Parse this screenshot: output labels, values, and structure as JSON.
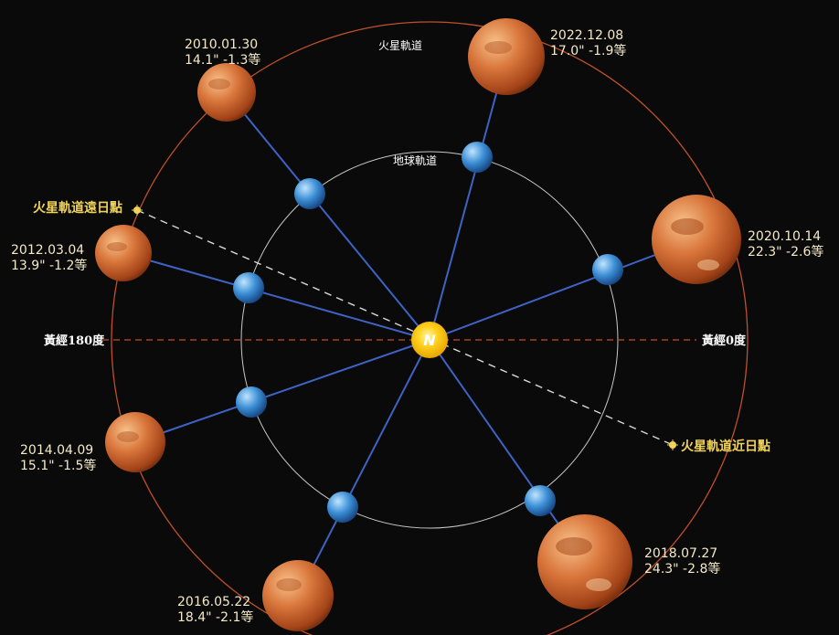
{
  "orbits": {
    "mars_label": "火星軌道",
    "earth_label": "地球軌道"
  },
  "longitude": {
    "left": "黃經180度",
    "right": "黃經0度"
  },
  "points": {
    "aphelion": "火星軌道遠日點",
    "perihelion": "火星軌道近日點"
  },
  "sun_letter": "N",
  "oppositions": [
    {
      "date": "2010.01.30",
      "info": "14.1\" -1.3等"
    },
    {
      "date": "2012.03.04",
      "info": "13.9\" -1.2等"
    },
    {
      "date": "2014.04.09",
      "info": "15.1\" -1.5等"
    },
    {
      "date": "2016.05.22",
      "info": "18.4\" -2.1等"
    },
    {
      "date": "2018.07.27",
      "info": "24.3\" -2.8等"
    },
    {
      "date": "2020.10.14",
      "info": "22.3\" -2.6等"
    },
    {
      "date": "2022.12.08",
      "info": "17.0\" -1.9等"
    }
  ],
  "colors": {
    "background": "#0a0a0a",
    "mars_orbit": "#c0502a",
    "earth_orbit": "#c8c8c8",
    "connector": "#3e63c4",
    "sun": "#f7c614",
    "date_text": "#f4e9c8",
    "point_text": "#f1d35a",
    "longitude_line": "#c0502a",
    "apsis_line": "#d8d8d8"
  }
}
